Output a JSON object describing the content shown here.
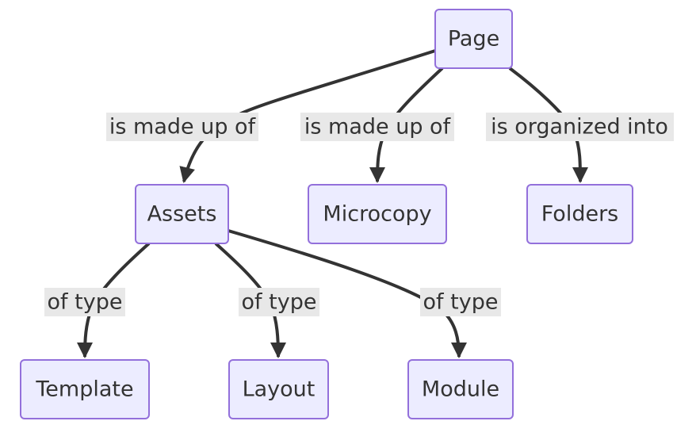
{
  "diagram": {
    "type": "flowchart",
    "nodes": [
      {
        "id": "page",
        "label": "Page"
      },
      {
        "id": "assets",
        "label": "Assets"
      },
      {
        "id": "microcopy",
        "label": "Microcopy"
      },
      {
        "id": "folders",
        "label": "Folders"
      },
      {
        "id": "template",
        "label": "Template"
      },
      {
        "id": "layout",
        "label": "Layout"
      },
      {
        "id": "module",
        "label": "Module"
      }
    ],
    "edges": [
      {
        "from": "page",
        "to": "assets",
        "label": "is made up of"
      },
      {
        "from": "page",
        "to": "microcopy",
        "label": "is made up of"
      },
      {
        "from": "page",
        "to": "folders",
        "label": "is organized into"
      },
      {
        "from": "assets",
        "to": "template",
        "label": "of type"
      },
      {
        "from": "assets",
        "to": "layout",
        "label": "of type"
      },
      {
        "from": "assets",
        "to": "module",
        "label": "of type"
      }
    ]
  },
  "colors": {
    "node_fill": "#ececff",
    "node_stroke": "#9370db",
    "edge": "#333333",
    "edge_label_bg": "#e8e8e8",
    "text": "#333333"
  }
}
